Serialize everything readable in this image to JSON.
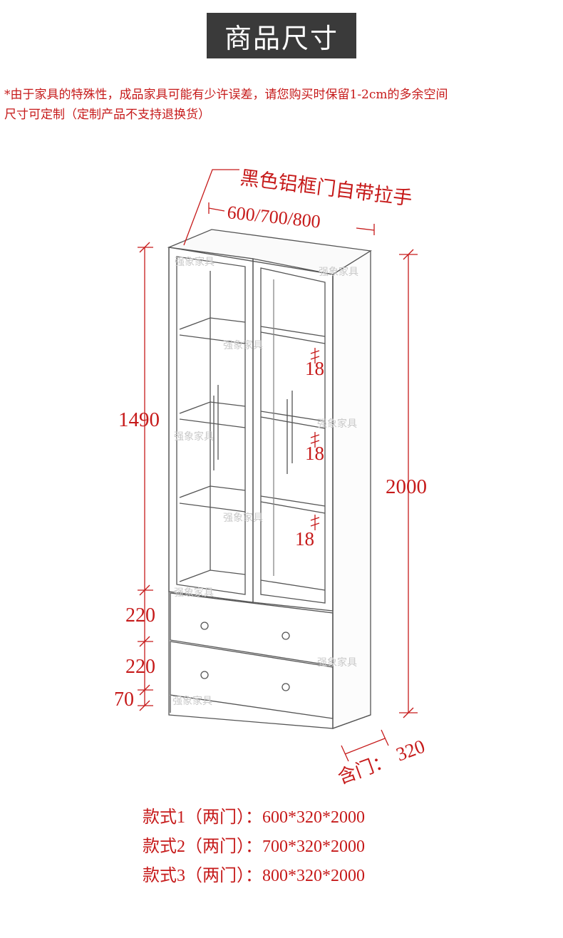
{
  "title": "商品尺寸",
  "notice": {
    "line1": "*由于家具的特殊性，成品家具可能有少许误差，请您购买时保留1-2cm的多余空间",
    "line2": "尺寸可定制（定制产品不支持退换货）"
  },
  "callout": "黑色铝框门自带拉手",
  "dimensions": {
    "width": "600/700/800",
    "door_height": "1490",
    "total_height": "2000",
    "drawer1": "220",
    "drawer2": "220",
    "base": "70",
    "shelf1": "18",
    "shelf2": "18",
    "shelf3": "18",
    "depth": "320",
    "depth_note": "含门："
  },
  "watermark": "强象家具",
  "specs": [
    "款式1（两门）：600*320*2000",
    "款式2（两门）：700*320*2000",
    "款式3（两门）：800*320*2000"
  ],
  "colors": {
    "accent": "#c61a1a",
    "title_bg": "#3a3a3a",
    "line": "#555555"
  }
}
